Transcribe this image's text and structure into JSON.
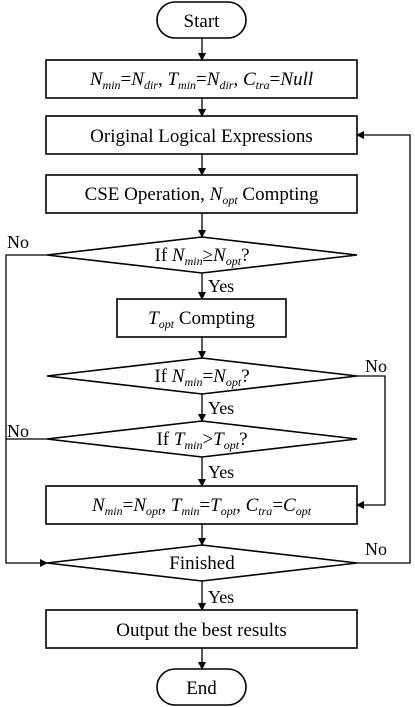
{
  "flowchart": {
    "start": "Start",
    "init_step": {
      "n_min": "N",
      "n_min_sub": "min",
      "eq1": "=",
      "n_dir": "N",
      "n_dir_sub": "dir",
      "sep1": ", ",
      "t_min": "T",
      "t_min_sub": "min",
      "eq2": "=",
      "t_dir": "N",
      "t_dir_sub": "dir",
      "sep2": ", ",
      "c_tra": "C",
      "c_tra_sub": "tra",
      "eq3": "=",
      "null": "Null"
    },
    "original": "Original Logical Expressions",
    "cse_step": {
      "prefix": "CSE Operation, ",
      "n": "N",
      "n_sub": "opt",
      "suffix": " Compting"
    },
    "decision1": {
      "prefix": "If ",
      "a": "N",
      "a_sub": "min",
      "op": "≥",
      "b": "N",
      "b_sub": "opt",
      "suffix": "?"
    },
    "topt_step": {
      "t": "T",
      "t_sub": "opt",
      "suffix": " Compting"
    },
    "decision2": {
      "prefix": "If ",
      "a": "N",
      "a_sub": "min",
      "op": "=",
      "b": "N",
      "b_sub": "opt",
      "suffix": "?"
    },
    "decision3": {
      "prefix": "If ",
      "a": "T",
      "a_sub": "min",
      "op": ">",
      "b": "T",
      "b_sub": "opt",
      "suffix": "?"
    },
    "update_step": {
      "n_min": "N",
      "n_min_sub": "min",
      "eq1": "=",
      "n_opt": "N",
      "n_opt_sub": "opt",
      "sep1": ", ",
      "t_min": "T",
      "t_min_sub": "min",
      "eq2": "=",
      "t_opt": "T",
      "t_opt_sub": "opt",
      "sep2": ", ",
      "c_tra": "C",
      "c_tra_sub": "tra",
      "eq3": "=",
      "c_opt": "C",
      "c_opt_sub": "opt"
    },
    "finished": "Finished",
    "output": "Output the best results",
    "end": "End",
    "labels": {
      "yes": "Yes",
      "no": "No"
    }
  }
}
